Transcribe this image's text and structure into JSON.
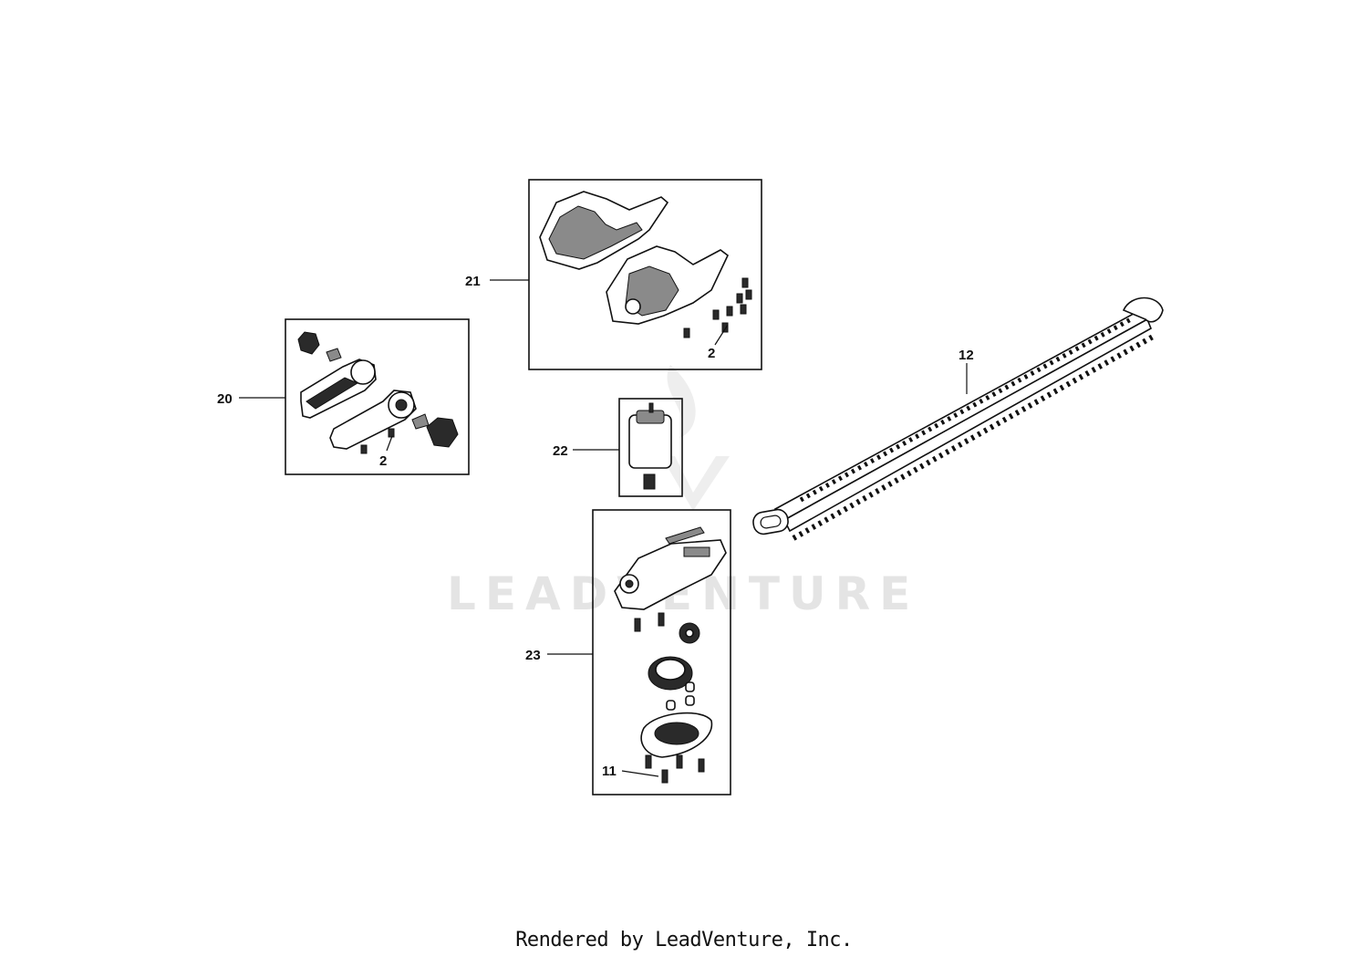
{
  "watermark": "LEADVENTURE",
  "footer": "Rendered by LeadVenture, Inc.",
  "callouts": {
    "c21": "21",
    "c2_top": "2",
    "c20": "20",
    "c2_left": "2",
    "c22": "22",
    "c12": "12",
    "c23": "23",
    "c11": "11"
  }
}
